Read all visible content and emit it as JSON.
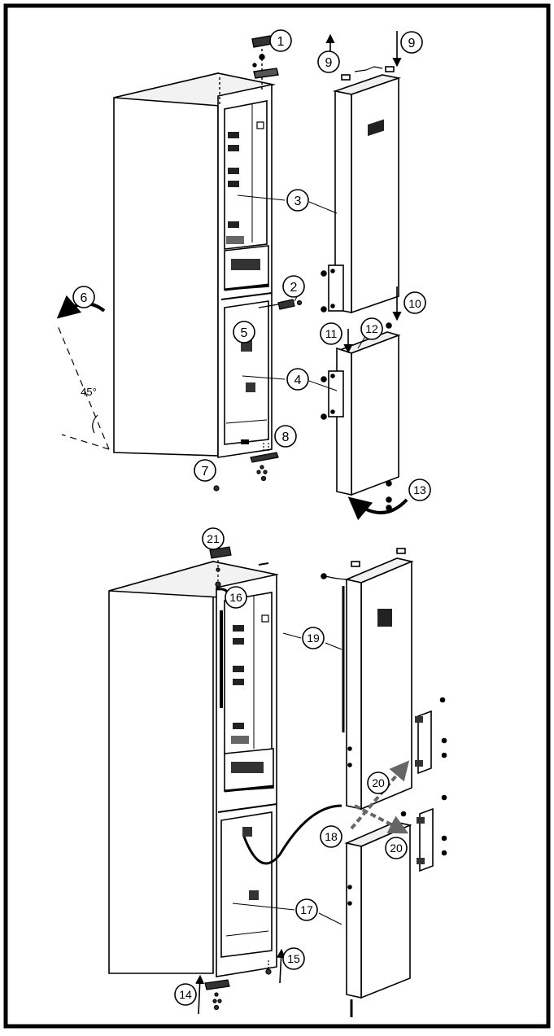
{
  "angle_label": "45°",
  "callouts": {
    "c1": "1",
    "c2": "2",
    "c3": "3",
    "c4": "4",
    "c5": "5",
    "c6": "6",
    "c7": "7",
    "c8": "8",
    "c9a": "9",
    "c9b": "9",
    "c10": "10",
    "c11": "11",
    "c12": "12",
    "c13": "13",
    "c14": "14",
    "c15": "15",
    "c16": "16",
    "c17": "17",
    "c18": "18",
    "c19": "19",
    "c20a": "20",
    "c20b": "20",
    "c21": "21"
  },
  "colors": {
    "line": "#000000",
    "fill": "#ffffff",
    "dark": "#1a1a1a",
    "mid": "#888888",
    "light": "#d8d8d8"
  }
}
